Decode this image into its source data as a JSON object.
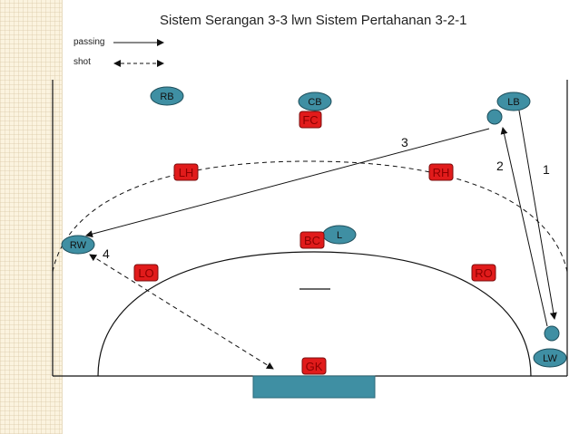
{
  "title": "Sistem Serangan 3-3 lwn Sistem Pertahanan 3-2-1",
  "legend": {
    "passing_label": "passing",
    "shot_label": "shot"
  },
  "colors": {
    "attacker_fill": "#3f8fa3",
    "defender_fill": "#e11b1b",
    "goal_fill": "#3f8fa3"
  },
  "attackers": {
    "rb": "RB",
    "cb": "CB",
    "lb": "LB",
    "rw": "RW",
    "l": "L",
    "lw": "LW"
  },
  "defenders": {
    "fc": "FC",
    "lh": "LH",
    "rh": "RH",
    "bc": "BC",
    "lo": "LO",
    "ro": "RO",
    "gk": "GK"
  },
  "sequence_numbers": {
    "n1": "1",
    "n2": "2",
    "n3": "3",
    "n4": "4"
  }
}
